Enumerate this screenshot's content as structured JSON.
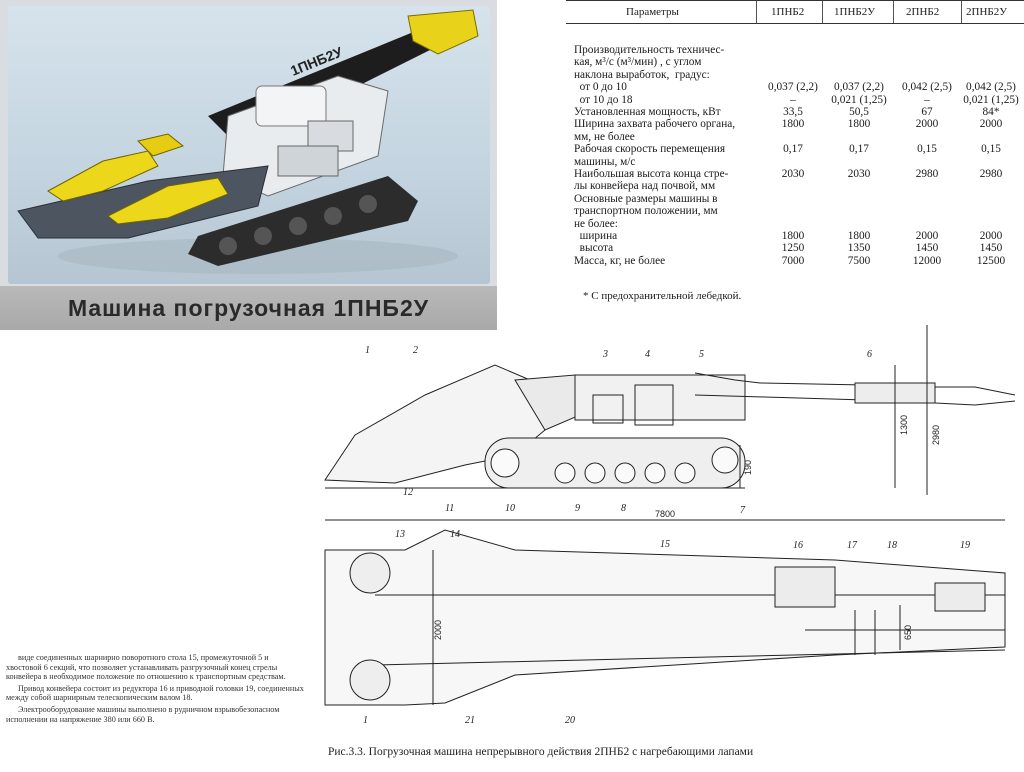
{
  "photo": {
    "caption": "Машина погрузочная 1ПНБ2У",
    "machine_marking": "1ПНБ2У"
  },
  "params_table": {
    "headers": [
      "Параметры",
      "1ПНБ2",
      "1ПНБ2У",
      "2ПНБ2",
      "2ПНБ2У"
    ],
    "rows": [
      {
        "label": "Производительность техничес-",
        "values": [
          "",
          "",
          "",
          ""
        ]
      },
      {
        "label": "кая, м³/с (м³/мин) , с углом",
        "values": [
          "",
          "",
          "",
          ""
        ]
      },
      {
        "label": "наклона выработок,  градус:",
        "values": [
          "",
          "",
          "",
          ""
        ]
      },
      {
        "label": "  от 0 до 10",
        "values": [
          "0,037 (2,2)",
          "0,037 (2,2)",
          "0,042 (2,5)",
          "0,042 (2,5)"
        ]
      },
      {
        "label": "  от 10 до 18",
        "values": [
          "–",
          "0,021 (1,25)",
          "–",
          "0,021 (1,25)"
        ]
      },
      {
        "label": "Установленная мощность, кВт",
        "values": [
          "33,5",
          "50,5",
          "67",
          "84*"
        ]
      },
      {
        "label": "Ширина захвата рабочего органа,",
        "values": [
          "1800",
          "1800",
          "2000",
          "2000"
        ]
      },
      {
        "label": "мм, не более",
        "values": [
          "",
          "",
          "",
          ""
        ]
      },
      {
        "label": "Рабочая скорость перемещения",
        "values": [
          "0,17",
          "0,17",
          "0,15",
          "0,15"
        ]
      },
      {
        "label": "машины, м/с",
        "values": [
          "",
          "",
          "",
          ""
        ]
      },
      {
        "label": "Наибольшая высота конца стре-",
        "values": [
          "2030",
          "2030",
          "2980",
          "2980"
        ]
      },
      {
        "label": "лы конвейера над почвой, мм",
        "values": [
          "",
          "",
          "",
          ""
        ]
      },
      {
        "label": "Основные размеры машины в",
        "values": [
          "",
          "",
          "",
          ""
        ]
      },
      {
        "label": "транспортном положении, мм",
        "values": [
          "",
          "",
          "",
          ""
        ]
      },
      {
        "label": "не более:",
        "values": [
          "",
          "",
          "",
          ""
        ]
      },
      {
        "label": "  ширина",
        "values": [
          "1800",
          "1800",
          "2000",
          "2000"
        ]
      },
      {
        "label": "  высота",
        "values": [
          "1250",
          "1350",
          "1450",
          "1450"
        ]
      },
      {
        "label": "Масса, кг, не более",
        "values": [
          "7000",
          "7500",
          "12000",
          "12500"
        ]
      }
    ],
    "footnote": "* С предохранительной лебедкой."
  },
  "body_text": [
    "виде соединенных шарнирно поворотного стола 15, промежуточной 5 и хвостовой 6 секций, что позволяет устанавливать разгрузочный конец стрелы конвейера в необходимое положение по отношению к транспортным средствам.",
    "Привод конвейера состоит из редуктора 16 и приводной головки 19, соединенных между собой шарнирным телескопическим валом 18.",
    "Электрооборудование машины выполнено в рудничном взрывобезопасном исполнении на напряжение 380 или 660 В."
  ],
  "drawing": {
    "side_callouts": [
      "1",
      "2",
      "3",
      "4",
      "5",
      "6",
      "7",
      "8",
      "9",
      "10",
      "11",
      "12"
    ],
    "top_callouts": [
      "13",
      "14",
      "15",
      "16",
      "17",
      "18",
      "19",
      "20",
      "21",
      "1"
    ],
    "dimensions": {
      "length": "7800",
      "height_max": "2980",
      "height_mid": "1300",
      "clearance": "190",
      "width": "2000",
      "track": "650"
    },
    "caption": "Рис.3.3. Погрузочная машина непрерывного действия 2ПНБ2 с нагребающими лапами"
  }
}
